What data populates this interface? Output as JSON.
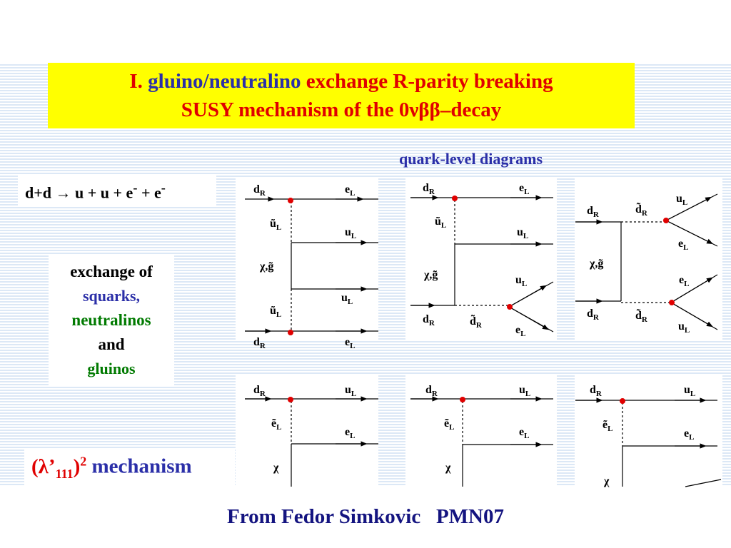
{
  "slide": {
    "title_line1": {
      "roman": "I.",
      "blue_part": "gluino/neutralino",
      "red_part": "exchange R-parity breaking"
    },
    "title_line2": "SUSY mechanism of the 0νββ–decay",
    "reaction": {
      "lhs": "d+d → u + u + e",
      "sup1": "-",
      "mid": " + e",
      "sup2": "-"
    },
    "exchange": {
      "line1": "exchange of",
      "line2": "squarks,",
      "line3": "neutralinos",
      "line4": "and",
      "line5": "gluinos"
    },
    "mechanism": {
      "open": "(λ’",
      "sub": "111",
      "close": ")",
      "power": "2",
      "word": " mechanism"
    },
    "quark_label": "quark-level diagrams",
    "footer": "From Fedor Simkovic   PMN07"
  },
  "diagram_labels": {
    "dR": "d",
    "R": "R",
    "eL": "e",
    "uL": "u",
    "L": "L",
    "sq_u": "ũ",
    "sq_d": "d̃",
    "sq_e": "ẽ",
    "chi_g": "χ,g̃",
    "chi": "χ"
  },
  "colors": {
    "title_bg": "#ffff00",
    "red": "#e00000",
    "blue": "#2b2fa8",
    "green": "#007a00",
    "vertex": "#e00000"
  }
}
